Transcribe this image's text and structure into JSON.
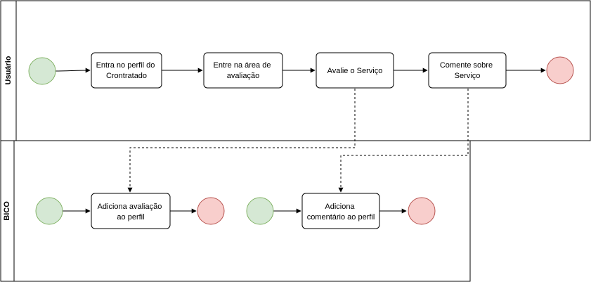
{
  "diagram": {
    "lanes": [
      {
        "id": "lane-usuario",
        "title": "Usuário"
      },
      {
        "id": "lane-bico",
        "title": "BICO"
      }
    ],
    "tasks": [
      {
        "id": "t1",
        "lines": [
          "Entra no perfil do",
          "Crontratado"
        ]
      },
      {
        "id": "t2",
        "lines": [
          "Entre na área de",
          "avaliação"
        ]
      },
      {
        "id": "t3",
        "lines": [
          "Avalie o Serviço"
        ]
      },
      {
        "id": "t4",
        "lines": [
          "Comente sobre",
          "Serviço"
        ]
      },
      {
        "id": "t5",
        "lines": [
          "Adiciona avaliação",
          "ao perfil"
        ]
      },
      {
        "id": "t6",
        "lines": [
          "Adiciona",
          "comentário ao perfil"
        ]
      }
    ],
    "colors": {
      "start_fill": "#d5e8d4",
      "start_stroke": "#82b366",
      "end_fill": "#f8cecc",
      "end_stroke": "#b85450",
      "line": "#000000",
      "task_fill": "#ffffff"
    }
  }
}
